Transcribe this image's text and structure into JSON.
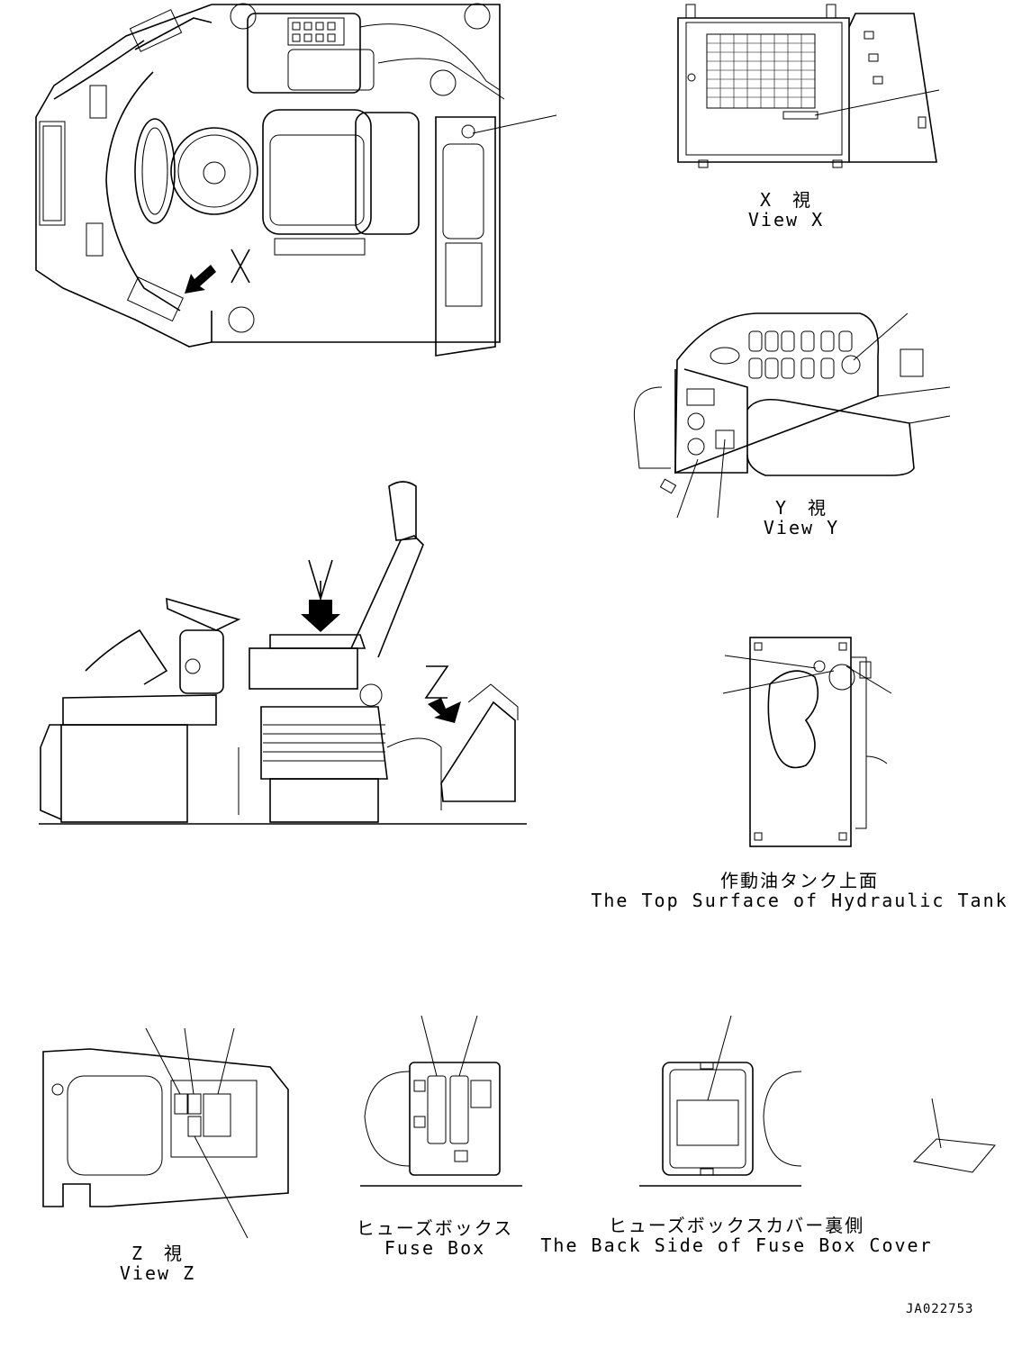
{
  "views": {
    "x": {
      "arrow_letter": "X",
      "caption_ja": "X　視",
      "caption_en": "View X"
    },
    "y": {
      "arrow_letter": "Y",
      "caption_ja": "Y　視",
      "caption_en": "View Y"
    },
    "z": {
      "arrow_letter": "Z",
      "caption_ja": "Z　視",
      "caption_en": "View Z"
    }
  },
  "hydraulic_tank": {
    "caption_ja": "作動油タンク上面",
    "caption_en": "The Top Surface of Hydraulic Tank"
  },
  "fuse_box": {
    "caption_ja": "ヒューズボックス",
    "caption_en": "Fuse Box"
  },
  "fuse_box_cover": {
    "caption_ja": "ヒューズボックスカバー裏側",
    "caption_en": "The Back Side of Fuse Box Cover"
  },
  "drawing_number": "JA022753"
}
